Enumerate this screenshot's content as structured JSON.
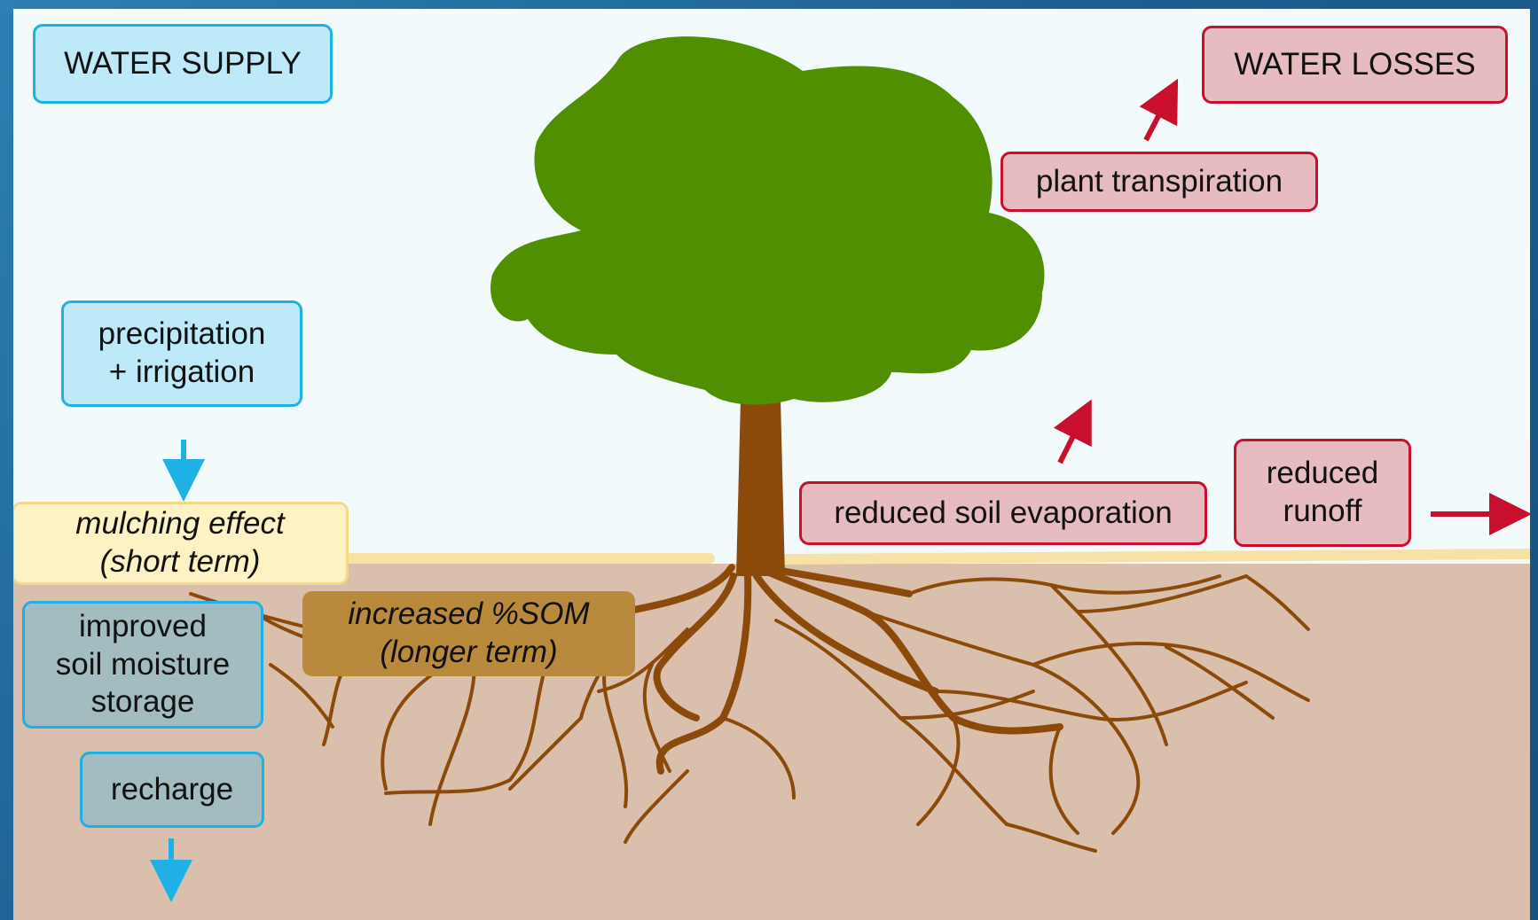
{
  "supply": {
    "header": "WATER SUPPLY",
    "precipitation": "precipitation\n+ irrigation",
    "mulching": "mulching effect\n(short term)",
    "soil_moisture": "improved\nsoil moisture\nstorage",
    "recharge": "recharge"
  },
  "losses": {
    "header": "WATER LOSSES",
    "transpiration": "plant transpiration",
    "evaporation": "reduced soil evaporation",
    "runoff": "reduced\nrunoff"
  },
  "som": "increased %SOM\n(longer term)",
  "colors": {
    "supply_accent": "#1fb0e6",
    "loss_accent": "#c8102e",
    "canopy": "#4f8f00",
    "trunk": "#8b4a0a",
    "soil": "#dbbfad",
    "mulch_layer": "#f6e2a6"
  }
}
